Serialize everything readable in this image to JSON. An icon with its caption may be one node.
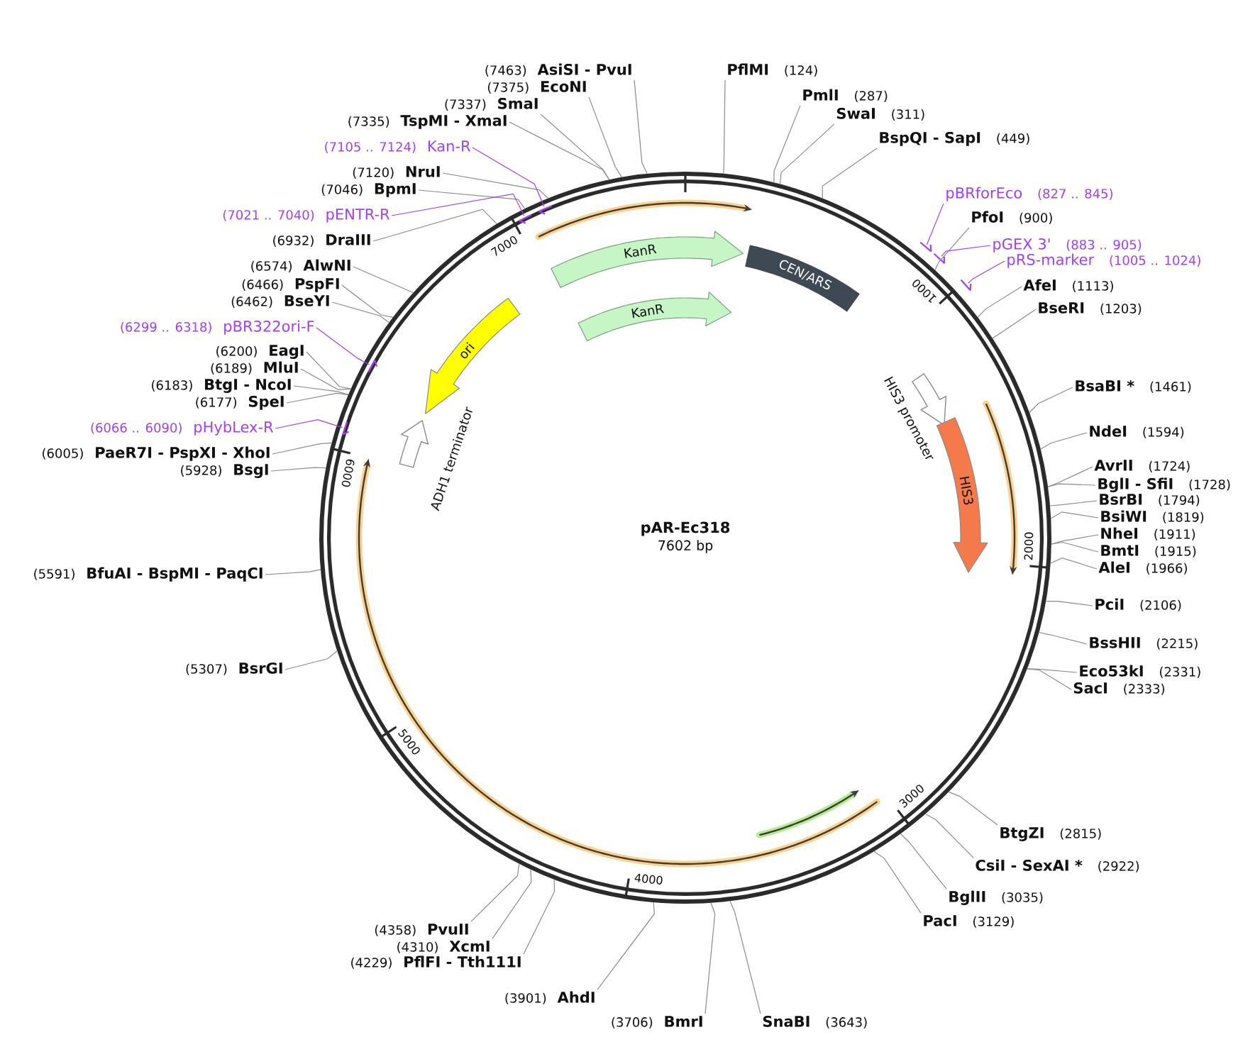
{
  "diagram": {
    "nodes": [
      {
        "text": [
          "pAR-Ec318",
          "7602 bp"
        ]
      },
      {
        "text": [
          "KanR"
        ],
        "in": 0
      },
      {
        "text": [
          "CEN/ARS"
        ],
        "in": 0
      },
      {
        "text": [
          "KanR"
        ],
        "in": 0
      },
      {
        "text": [
          "ori"
        ],
        "in": 0
      },
      {
        "text": [],
        "shape": "arrow",
        "beside": [
          "HIS3 promoter"
        ],
        "in": 0
      },
      {
        "text": [],
        "shape": "arrow",
        "beside": [
          "ADH1 terminator"
        ],
        "in": 0
      },
      {
        "text": [
          "HIS3"
        ],
        "in": 0
      },
      {
        "text": [
          "(7463)",
          "AsiSI - PvuI"
        ]
      },
      {
        "text": [
          "PflMI",
          "(124)"
        ]
      },
      {
        "text": [
          "(7375)",
          "EcoNI"
        ]
      },
      {
        "text": [
          "PmlI",
          "(287)"
        ]
      },
      {
        "text": [
          "(7337)",
          "SmaI"
        ]
      },
      {
        "text": [
          "SwaI",
          "(311)"
        ]
      },
      {
        "text": [
          "(7335)",
          "TspMI - XmaI"
        ]
      },
      {
        "text": [
          "BspQI - SapI",
          "(449)"
        ]
      },
      {
        "text": [
          "(7105 .. 7124)",
          "Kan-R"
        ]
      },
      {
        "text": [
          "(7120)",
          "NruI"
        ]
      },
      {
        "text": [
          "(7046)",
          "BpmI"
        ]
      },
      {
        "text": [
          "pBRforEco",
          "(827 .. 845)"
        ]
      },
      {
        "text": [
          "(7021 .. 7040)",
          "pENTR-R"
        ]
      },
      {
        "text": [
          "PfoI",
          "(900)"
        ]
      },
      {
        "text": [
          "(6932)",
          "DraIII"
        ]
      },
      {
        "text": [
          "pGEX 3'",
          "(883 .. 905)"
        ]
      },
      {
        "text": [
          "pRS-marker",
          "(1005 .. 1024)"
        ]
      },
      {
        "text": [
          "(6574)",
          "AlwNI"
        ]
      },
      {
        "text": [
          "(6466)",
          "PspFI"
        ]
      },
      {
        "text": [
          "AfeI",
          "(1113)"
        ]
      },
      {
        "text": [
          "(6462)",
          "BseYI"
        ]
      },
      {
        "text": [
          "BseRI",
          "(1203)"
        ]
      },
      {
        "text": [
          "(6299 .. 6318)",
          "pBR322ori-F"
        ]
      },
      {
        "text": [
          "(6200)",
          "EagI"
        ]
      },
      {
        "text": [
          "(6189)",
          "MluI"
        ]
      },
      {
        "text": [
          "(6183)",
          "BtgI - NcoI"
        ]
      },
      {
        "text": [
          "BsaBI *",
          "(1461)"
        ]
      },
      {
        "text": [
          "(6177)",
          "SpeI"
        ]
      },
      {
        "text": [
          "(6066 .. 6090)",
          "pHybLex-R"
        ]
      },
      {
        "text": [
          "NdeI",
          "(1594)"
        ]
      },
      {
        "text": [
          "(6005)",
          "PaeR7I - PspXI - XhoI"
        ]
      },
      {
        "text": [
          "AvrII",
          "(1724)"
        ]
      },
      {
        "text": [
          "(5928)",
          "BsgI"
        ]
      },
      {
        "text": [
          "BglI - SfiI",
          "(1728)"
        ]
      },
      {
        "text": [
          "BsrBI",
          "(1794)"
        ]
      },
      {
        "text": [
          "BsiWI",
          "(1819)"
        ]
      },
      {
        "text": [
          "NheI",
          "(1911)"
        ]
      },
      {
        "text": [
          "BmtI",
          "(1915)"
        ]
      },
      {
        "text": [
          "AleI",
          "(1966)"
        ]
      },
      {
        "text": [
          "(5591)",
          "BfuAI - BspMI - PaqCI"
        ]
      },
      {
        "text": [
          "PciI",
          "(2106)"
        ]
      },
      {
        "text": [
          "BssHII",
          "(2215)"
        ]
      },
      {
        "text": [
          "(5307)",
          "BsrGI"
        ]
      },
      {
        "text": [
          "Eco53kI",
          "(2331)"
        ]
      },
      {
        "text": [
          "SacI",
          "(2333)"
        ]
      },
      {
        "text": [
          "BtgZI",
          "(2815)"
        ]
      },
      {
        "text": [
          "CsiI - SexAI *",
          "(2922)"
        ]
      },
      {
        "text": [
          "BglII",
          "(3035)"
        ]
      },
      {
        "text": [
          "PacI",
          "(3129)"
        ]
      },
      {
        "text": [
          "(4358)",
          "PvuII"
        ]
      },
      {
        "text": [
          "(4310)",
          "XcmI"
        ]
      },
      {
        "text": [
          "(4229)",
          "PflFI - Tth111I"
        ]
      },
      {
        "text": [
          "(3901)",
          "AhdI"
        ]
      },
      {
        "text": [
          "(3706)",
          "BmrI"
        ]
      },
      {
        "text": [
          "SnaBI",
          "(3643)"
        ]
      },
      {
        "text": [],
        "shape": "arrow",
        "in": 0
      },
      {
        "text": [],
        "shape": "arrow",
        "in": 0
      },
      {
        "text": [],
        "shape": "arrow"
      },
      {
        "text": [],
        "shape": "arrow"
      },
      {
        "text": [],
        "shape": "arrow"
      },
      {
        "text": [],
        "shape": "arrow",
        "in": 0
      },
      {
        "text": [],
        "shape": "arrow",
        "in": 0
      }
    ],
    "edges": [
      {
        "from": 8,
        "to": 0,
        "arrow": "none"
      },
      {
        "from": 9,
        "to": 0,
        "arrow": "none"
      },
      {
        "from": 10,
        "to": 0,
        "arrow": "none"
      },
      {
        "from": 11,
        "to": 0,
        "arrow": "none"
      },
      {
        "from": 12,
        "to": 0,
        "arrow": "none"
      },
      {
        "from": 13,
        "to": 0,
        "arrow": "none"
      },
      {
        "from": 14,
        "to": 0,
        "arrow": "none"
      },
      {
        "from": 15,
        "to": 0,
        "arrow": "none"
      },
      {
        "from": 16,
        "to": 63,
        "arrow": "none",
        "color": "#a43ff0"
      },
      {
        "from": 17,
        "to": 0,
        "arrow": "none"
      },
      {
        "from": 18,
        "to": 0,
        "arrow": "none"
      },
      {
        "from": 19,
        "to": 65,
        "arrow": "none",
        "color": "#a43ff0"
      },
      {
        "from": 20,
        "to": 64,
        "arrow": "none",
        "color": "#a43ff0"
      },
      {
        "from": 21,
        "to": 0,
        "arrow": "none"
      },
      {
        "from": 22,
        "to": 0,
        "arrow": "none"
      },
      {
        "from": 23,
        "to": 66,
        "arrow": "none",
        "color": "#a43ff0"
      },
      {
        "from": 24,
        "to": 67,
        "arrow": "none",
        "color": "#a43ff0"
      },
      {
        "from": 25,
        "to": 0,
        "arrow": "none"
      },
      {
        "from": 26,
        "to": 0,
        "arrow": "none"
      },
      {
        "from": 27,
        "to": 0,
        "arrow": "none"
      },
      {
        "from": 28,
        "to": 0,
        "arrow": "none"
      },
      {
        "from": 29,
        "to": 0,
        "arrow": "none"
      },
      {
        "from": 30,
        "to": 68,
        "arrow": "none",
        "color": "#a43ff0"
      },
      {
        "from": 31,
        "to": 0,
        "arrow": "none"
      },
      {
        "from": 32,
        "to": 0,
        "arrow": "none"
      },
      {
        "from": 33,
        "to": 0,
        "arrow": "none"
      },
      {
        "from": 34,
        "to": 0,
        "arrow": "none"
      },
      {
        "from": 35,
        "to": 0,
        "arrow": "none"
      },
      {
        "from": 36,
        "to": 69,
        "arrow": "none",
        "color": "#a43ff0"
      },
      {
        "from": 37,
        "to": 0,
        "arrow": "none"
      },
      {
        "from": 38,
        "to": 0,
        "arrow": "none"
      },
      {
        "from": 39,
        "to": 0,
        "arrow": "none"
      },
      {
        "from": 40,
        "to": 0,
        "arrow": "none"
      },
      {
        "from": 41,
        "to": 0,
        "arrow": "none"
      },
      {
        "from": 42,
        "to": 0,
        "arrow": "none"
      },
      {
        "from": 43,
        "to": 0,
        "arrow": "none"
      },
      {
        "from": 44,
        "to": 0,
        "arrow": "none"
      },
      {
        "from": 45,
        "to": 0,
        "arrow": "none"
      },
      {
        "from": 46,
        "to": 0,
        "arrow": "none"
      },
      {
        "from": 47,
        "to": 0,
        "arrow": "none"
      },
      {
        "from": 48,
        "to": 0,
        "arrow": "none"
      },
      {
        "from": 49,
        "to": 0,
        "arrow": "none"
      },
      {
        "from": 50,
        "to": 0,
        "arrow": "none"
      },
      {
        "from": 51,
        "to": 0,
        "arrow": "none"
      },
      {
        "from": 52,
        "to": 0,
        "arrow": "none"
      },
      {
        "from": 53,
        "to": 0,
        "arrow": "none"
      },
      {
        "from": 54,
        "to": 0,
        "arrow": "none"
      },
      {
        "from": 55,
        "to": 0,
        "arrow": "none"
      },
      {
        "from": 56,
        "to": 0,
        "arrow": "none"
      },
      {
        "from": 57,
        "to": 0,
        "arrow": "none"
      },
      {
        "from": 58,
        "to": 0,
        "arrow": "none"
      },
      {
        "from": 59,
        "to": 0,
        "arrow": "none"
      },
      {
        "from": 60,
        "to": 0,
        "arrow": "none"
      },
      {
        "from": 61,
        "to": 0,
        "arrow": "none"
      },
      {
        "from": 62,
        "to": 0,
        "arrow": "none"
      }
    ],
    "labels": [
      "7000",
      "1000",
      "6000",
      "2000",
      "5000",
      "3000",
      "4000"
    ]
  }
}
